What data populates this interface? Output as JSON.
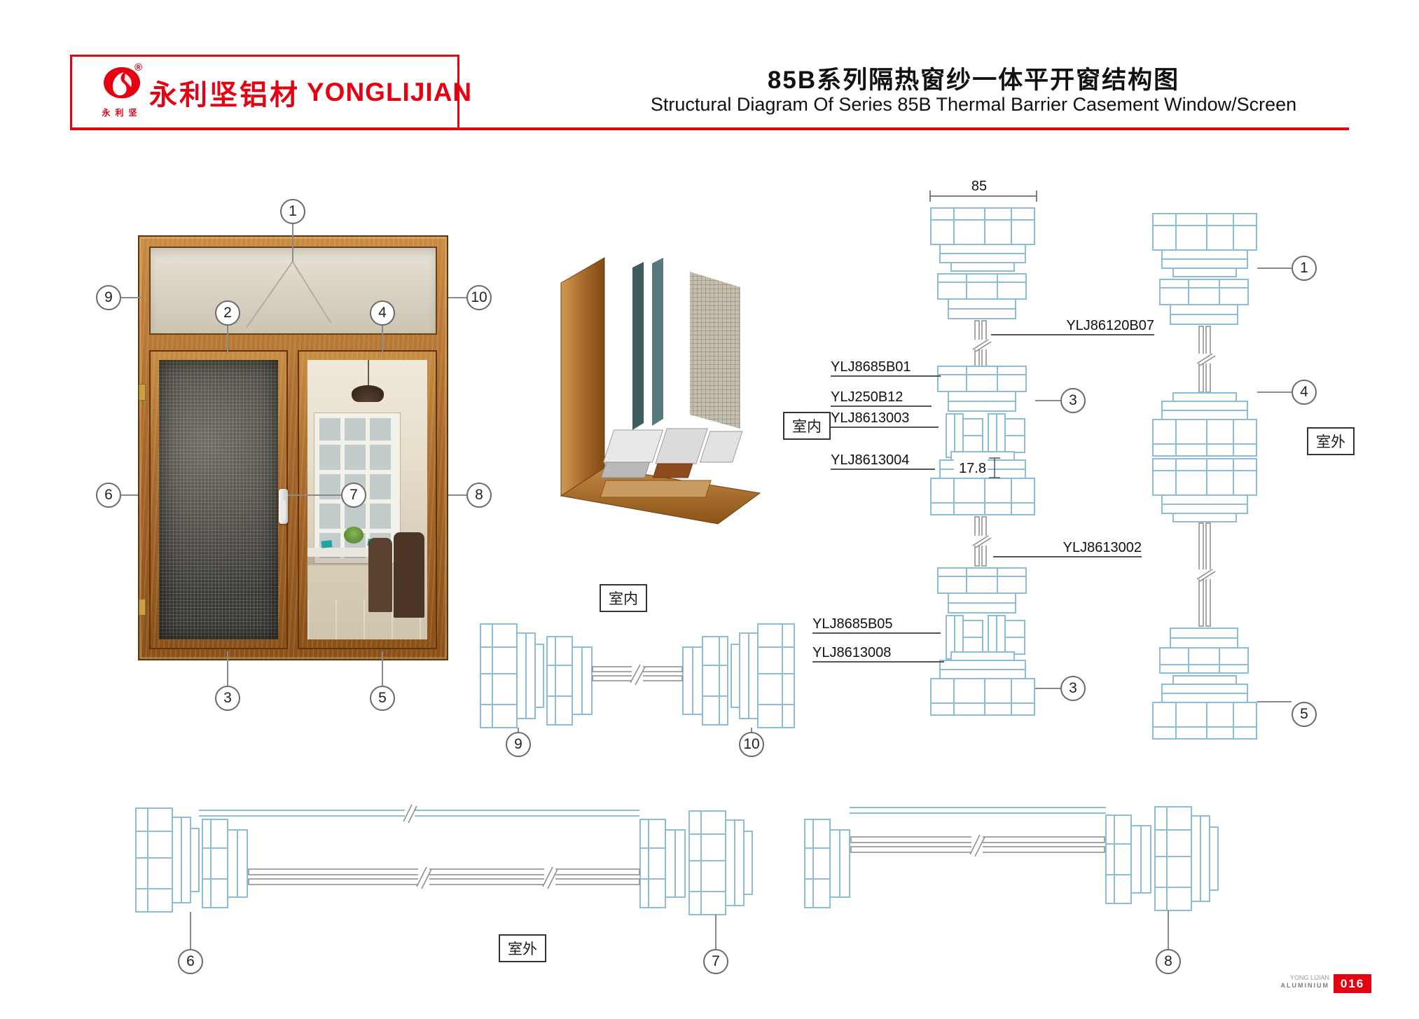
{
  "header": {
    "brand_cn": "永利坚铝材",
    "brand_en": "YONGLIJIAN",
    "logo_text": "永利坚",
    "registered_mark": "®",
    "title_cn": "85B系列隔热窗纱一体平开窗结构图",
    "title_en": "Structural Diagram Of Series 85B Thermal Barrier Casement Window/Screen"
  },
  "colors": {
    "accent_red": "#e50012",
    "cad_line_blue": "#8cbcd8",
    "wood_brown": "#a96a2c"
  },
  "callouts": {
    "n1": "1",
    "n2": "2",
    "n3": "3",
    "n4": "4",
    "n5": "5",
    "n6": "6",
    "n7": "7",
    "n8": "8",
    "n9": "9",
    "n10": "10"
  },
  "zone_labels": {
    "indoor": "室内",
    "outdoor": "室外"
  },
  "dimensions": {
    "overall_width": "85",
    "screen_track": "17.8"
  },
  "part_labels": {
    "left_column": [
      "YLJ8685B01",
      "YLJ250B12",
      "YLJ8613003",
      "YLJ8613004",
      "YLJ8685B05",
      "YLJ8613008"
    ],
    "right_column": [
      "YLJ86120B07",
      "YLJ8613002"
    ]
  },
  "footer": {
    "brand_small_top": "YONG LIJIAN",
    "brand_small_bottom": "ALUMINIUM",
    "page_number": "016"
  }
}
